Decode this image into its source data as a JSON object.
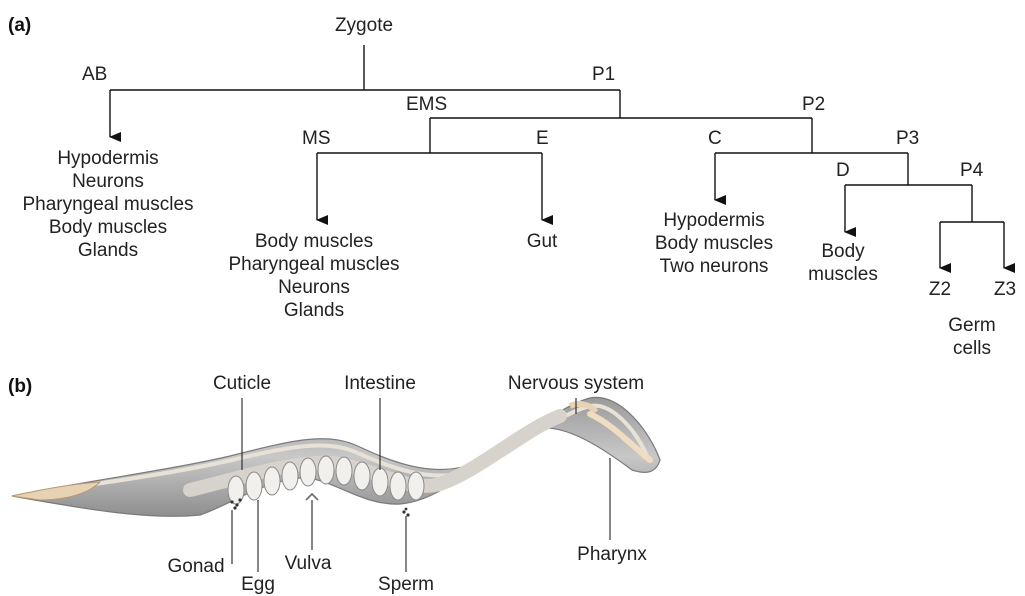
{
  "panel_a": {
    "label": "(a)",
    "nodes": {
      "zygote": "Zygote",
      "ab": "AB",
      "p1": "P1",
      "ems": "EMS",
      "p2": "P2",
      "ms": "MS",
      "e": "E",
      "c": "C",
      "p3": "P3",
      "d": "D",
      "p4": "P4",
      "z2": "Z2",
      "z3": "Z3"
    },
    "fates": {
      "ab": [
        "Hypodermis",
        "Neurons",
        "Pharyngeal muscles",
        "Body muscles",
        "Glands"
      ],
      "ms": [
        "Body muscles",
        "Pharyngeal muscles",
        "Neurons",
        "Glands"
      ],
      "e": [
        "Gut"
      ],
      "c": [
        "Hypodermis",
        "Body muscles",
        "Two neurons"
      ],
      "d": [
        "Body",
        "muscles"
      ],
      "germ": [
        "Germ",
        "cells"
      ]
    }
  },
  "panel_b": {
    "label": "(b)",
    "labels": {
      "cuticle": "Cuticle",
      "intestine": "Intestine",
      "nervous_system": "Nervous system",
      "pharynx": "Pharynx",
      "gonad": "Gonad",
      "egg": "Egg",
      "vulva": "Vulva",
      "sperm": "Sperm"
    }
  }
}
